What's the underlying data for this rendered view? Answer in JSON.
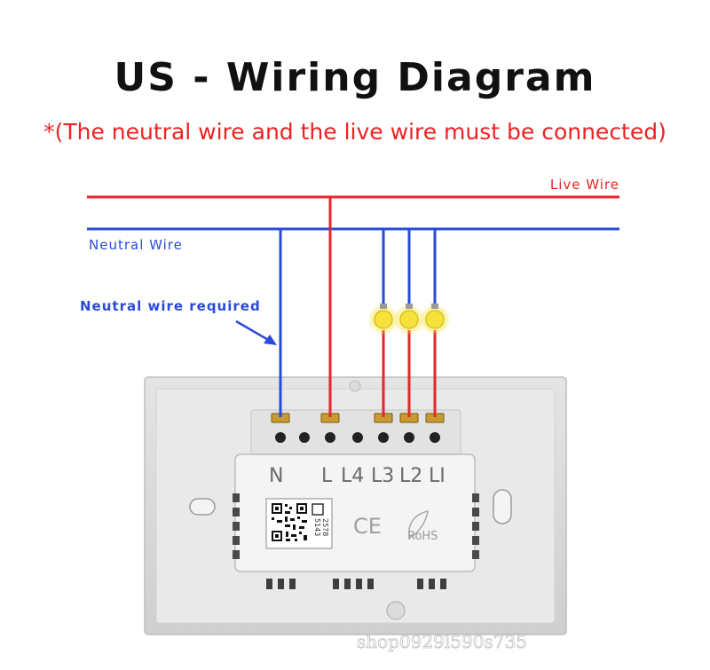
{
  "title": "US - Wiring Diagram",
  "subtitle": "*(The neutral wire and the live wire must be connected)",
  "labels": {
    "live_wire": "Live Wire",
    "neutral_wire": "Neutral Wire",
    "neutral_required": "Neutral wire required"
  },
  "terminals": {
    "n": "N",
    "l": "L",
    "l4": "L4",
    "l3": "L3",
    "l2": "L2",
    "l1": "LI"
  },
  "qr_code": {
    "line1": "2578",
    "line2": "5143"
  },
  "marks": {
    "ce": "CE",
    "rohs": "RoHS"
  },
  "watermark": "shop0929l590s735",
  "colors": {
    "live": "#e8252a",
    "neutral": "#2a4bd7",
    "bulb": "#f6e23a",
    "title": "#111111",
    "subtitle": "#ee2222"
  }
}
